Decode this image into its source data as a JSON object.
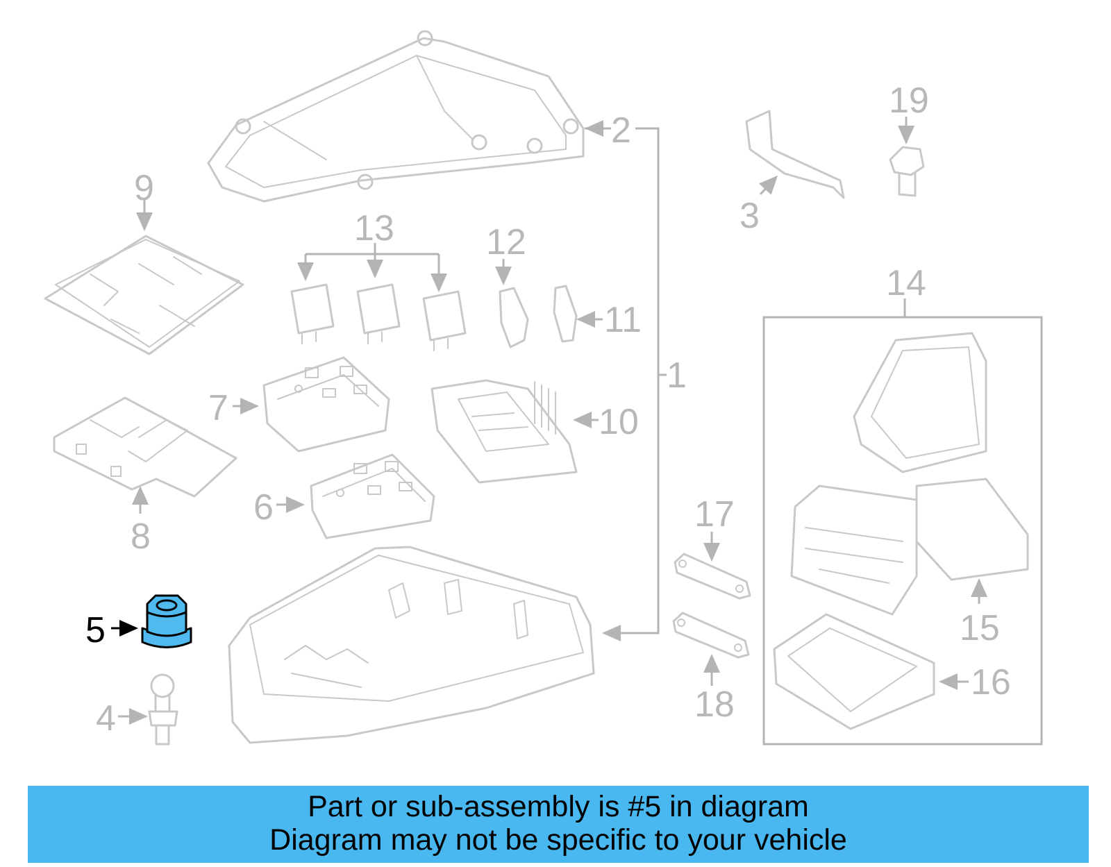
{
  "diagram": {
    "labels": {
      "1": "1",
      "2": "2",
      "3": "3",
      "4": "4",
      "5": "5",
      "6": "6",
      "7": "7",
      "8": "8",
      "9": "9",
      "10": "10",
      "11": "11",
      "12": "12",
      "13": "13",
      "14": "14",
      "15": "15",
      "16": "16",
      "17": "17",
      "18": "18",
      "19": "19"
    },
    "highlighted_part": "5",
    "highlight_color": "#4fb9f0",
    "part_color": "#c8c8c8"
  },
  "banner": {
    "line1": "Part or sub-assembly is #5 in diagram",
    "line2": "Diagram may not be specific to your vehicle",
    "background": "#4ab8f0"
  }
}
